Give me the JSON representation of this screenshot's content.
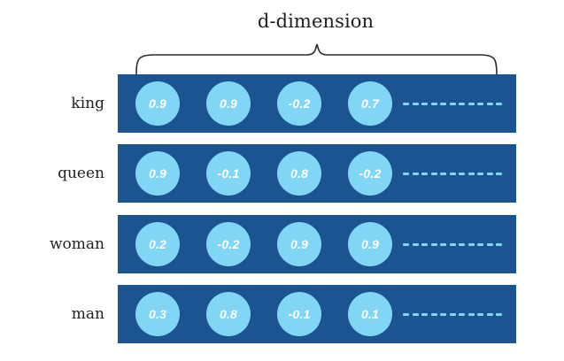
{
  "title": "d-dimension",
  "colors": {
    "bar": "#1b5490",
    "cell": "#82d6f5",
    "value_text": "#ffffff",
    "label_text": "#231f20",
    "background": "#ffffff"
  },
  "ellipsis_dot_count": 11,
  "chart_data": {
    "type": "table",
    "title": "d-dimension",
    "xlabel": "d-dimension",
    "ylabel": "",
    "categories": [
      "king",
      "queen",
      "woman",
      "man"
    ],
    "series": [
      {
        "name": "king",
        "values": [
          "0.9",
          "0.9",
          "-0.2",
          "0.7"
        ]
      },
      {
        "name": "queen",
        "values": [
          "0.9",
          "-0.1",
          "0.8",
          "-0.2"
        ]
      },
      {
        "name": "woman",
        "values": [
          "0.2",
          "-0.2",
          "0.9",
          "0.9"
        ]
      },
      {
        "name": "man",
        "values": [
          "0.3",
          "0.8",
          "-0.1",
          "0.1"
        ]
      }
    ]
  },
  "rows": [
    {
      "label": "king",
      "values": [
        "0.9",
        "0.9",
        "-0.2",
        "0.7"
      ]
    },
    {
      "label": "queen",
      "values": [
        "0.9",
        "-0.1",
        "0.8",
        "-0.2"
      ]
    },
    {
      "label": "woman",
      "values": [
        "0.2",
        "-0.2",
        "0.9",
        "0.9"
      ]
    },
    {
      "label": "man",
      "values": [
        "0.3",
        "0.8",
        "-0.1",
        "0.1"
      ]
    }
  ]
}
